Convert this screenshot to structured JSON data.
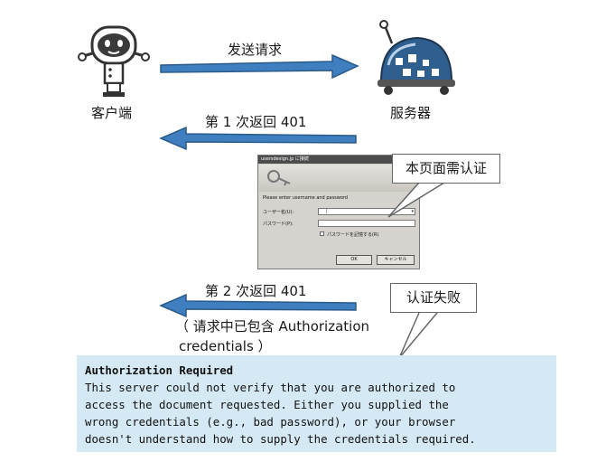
{
  "client": {
    "label": "客户端"
  },
  "server": {
    "label": "服务器"
  },
  "arrows": {
    "request": "发送请求",
    "first_401": "第 1 次返回 401",
    "second_401": "第 2 次返回 401"
  },
  "callouts": {
    "auth_required": "本页面需认证",
    "auth_failed": "认证失败"
  },
  "note": "（ 请求中已包含 Authorization credentials ）",
  "note_lines": [
    "（ 请求中已包含 Authorization",
    "credentials ）"
  ],
  "dialog": {
    "title": "usersdesign.jp に接続",
    "prompt": "Please enter username and password",
    "username_label": "ユーザー名(U):",
    "password_label": "パスワード(P):",
    "remember_label": "パスワードを記憶する(R)",
    "ok_label": "OK",
    "cancel_label": "キャンセル",
    "username_value": "|"
  },
  "error": {
    "heading": "Authorization Required",
    "lines": [
      "This server could not verify that you are authorized to",
      "access the document requested. Either you supplied the",
      "wrong credentials (e.g., bad password), or your browser",
      "doesn't understand how to supply the credentials required."
    ]
  },
  "colors": {
    "arrow": "#3f7fc0",
    "error_bg": "#d5e9f4",
    "robot_dark": "#3a3a3a",
    "server_dome": "#2f5f8f"
  }
}
